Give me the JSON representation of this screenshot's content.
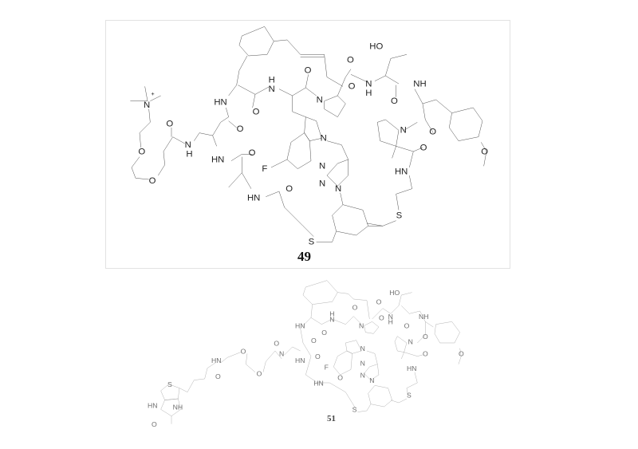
{
  "figure": {
    "compounds": [
      {
        "id_label": "49",
        "atom_labels": [
          "N+",
          "O",
          "O",
          "O",
          "N",
          "H",
          "HN",
          "O",
          "HN",
          "O",
          "H",
          "N",
          "O",
          "N",
          "O",
          "O",
          "N",
          "H",
          "HO",
          "O",
          "NH",
          "O",
          "N",
          "O",
          "O",
          "HN",
          "O",
          "N",
          "F",
          "N",
          "N",
          "N",
          "HN",
          "O",
          "S",
          "S",
          "O"
        ]
      },
      {
        "id_label": "51",
        "atom_labels": [
          "S",
          "H",
          "H",
          "HN",
          "NH",
          "O",
          "HN",
          "O",
          "O",
          "O",
          "O",
          "N",
          "H",
          "HN",
          "O",
          "HN",
          "O",
          "H",
          "N",
          "O",
          "N",
          "O",
          "HO",
          "O",
          "N",
          "H",
          "NH",
          "O",
          "N",
          "O",
          "O",
          "HN",
          "F",
          "N",
          "N",
          "N",
          "HN",
          "O",
          "S",
          "S",
          "O"
        ]
      }
    ]
  }
}
